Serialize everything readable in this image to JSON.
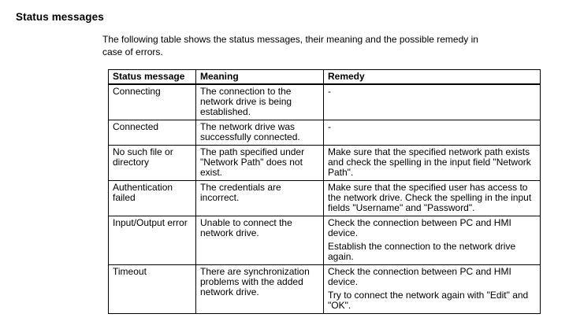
{
  "page": {
    "heading": "Status messages",
    "intro": "The following table shows the status messages, their meaning and the possible remedy in case of errors."
  },
  "table": {
    "columns": {
      "status": "Status message",
      "meaning": "Meaning",
      "remedy": "Remedy"
    },
    "rows": [
      {
        "status": "Connecting",
        "meaning": "The connection to the network drive is being established.",
        "remedy": [
          "-"
        ]
      },
      {
        "status": "Connected",
        "meaning": "The network drive was successfully connected.",
        "remedy": [
          "-"
        ]
      },
      {
        "status": "No such file or directory",
        "meaning": "The path specified under \"Network Path\" does not exist.",
        "remedy": [
          "Make sure that the specified network path exists and check the spelling in the input field \"Network Path\"."
        ]
      },
      {
        "status": "Authentication failed",
        "meaning": "The credentials are incorrect.",
        "remedy": [
          "Make sure that the specified user has access to the network drive. Check the spelling in the input fields \"Username\" and \"Password\"."
        ]
      },
      {
        "status": "Input/Output error",
        "meaning": "Unable to connect the network drive.",
        "remedy": [
          "Check the connection between PC and HMI device.",
          "Establish the connection to the network drive again."
        ]
      },
      {
        "status": "Timeout",
        "meaning": "There are synchronization problems with the added network drive.",
        "remedy": [
          "Check the connection between PC and HMI device.",
          "Try to connect the network again with \"Edit\" and \"OK\"."
        ]
      }
    ]
  }
}
